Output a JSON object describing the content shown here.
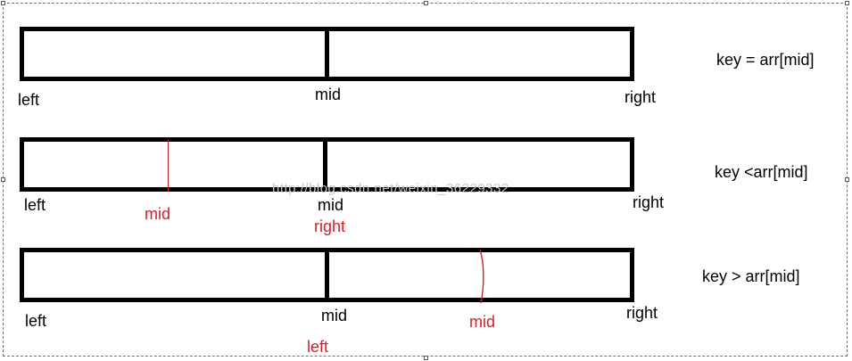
{
  "rows": [
    {
      "labels": {
        "left": "left",
        "mid": "mid",
        "right": "right"
      },
      "condition": "key = arr[mid]"
    },
    {
      "labels": {
        "left": "left",
        "mid": "mid",
        "right": "right"
      },
      "new_mid": "mid",
      "new_bound": "right",
      "condition": "key <arr[mid]"
    },
    {
      "labels": {
        "left": "left",
        "mid": "mid",
        "right": "right"
      },
      "new_mid": "mid",
      "new_bound": "left",
      "condition": "key > arr[mid]"
    }
  ],
  "watermark": "http://blog.csdn.net/weixin_36229332",
  "colors": {
    "accent": "#d0202a",
    "bar": "#000000",
    "frame": "#3a7fb0"
  }
}
